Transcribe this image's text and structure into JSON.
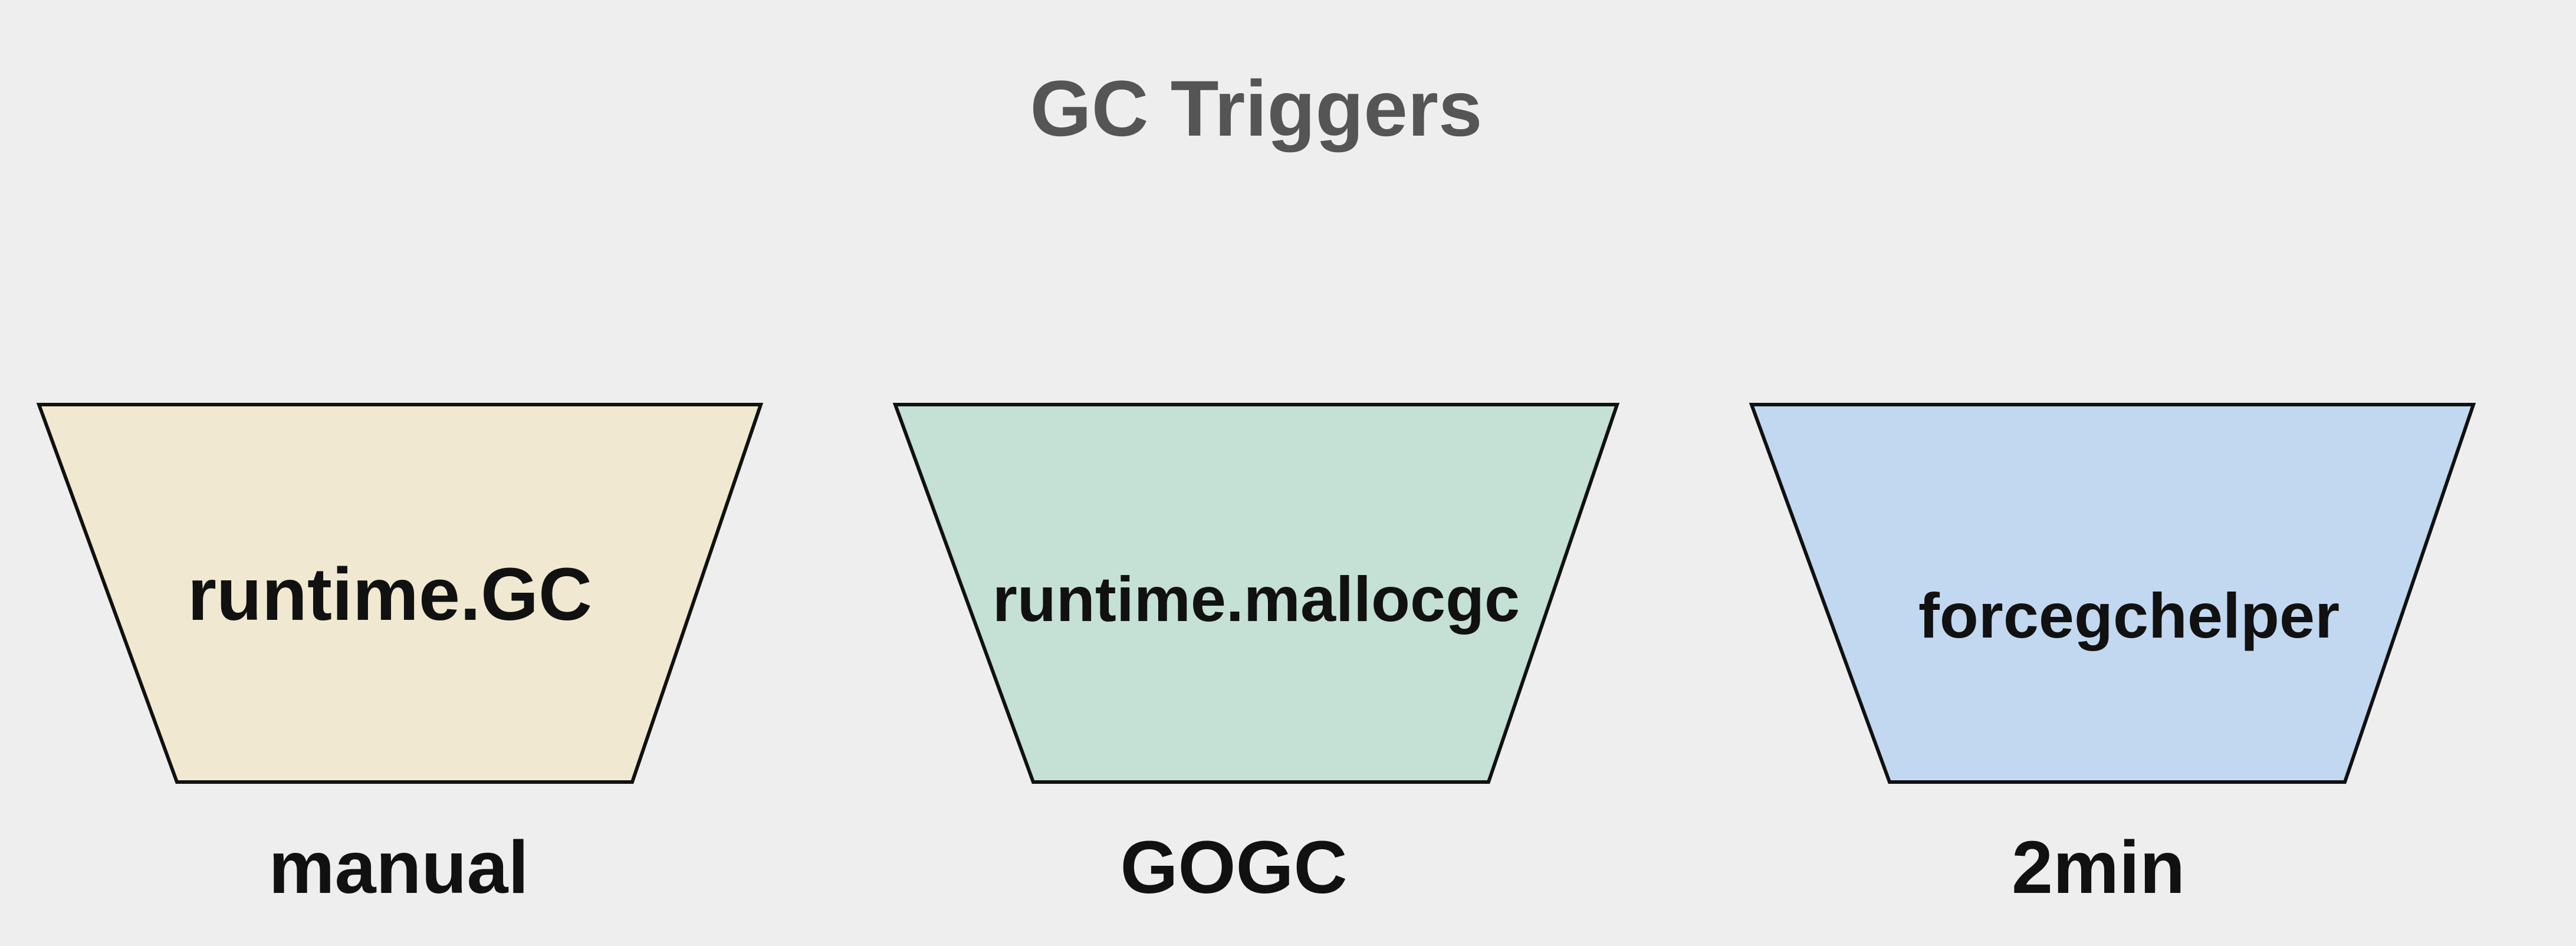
{
  "diagram": {
    "title": "GC Triggers",
    "triggers": [
      {
        "label": "runtime.GC",
        "caption": "manual",
        "fill": "#f0e8d0"
      },
      {
        "label": "runtime.mallocgc",
        "caption": "GOGC",
        "fill": "#c5e0d5"
      },
      {
        "label": "forcegchelper",
        "caption": "2min",
        "fill": "#c2d8f0"
      }
    ],
    "colors": {
      "background": "#eeeeee",
      "title": "#555555",
      "text": "#111111",
      "stroke": "#111111"
    }
  }
}
